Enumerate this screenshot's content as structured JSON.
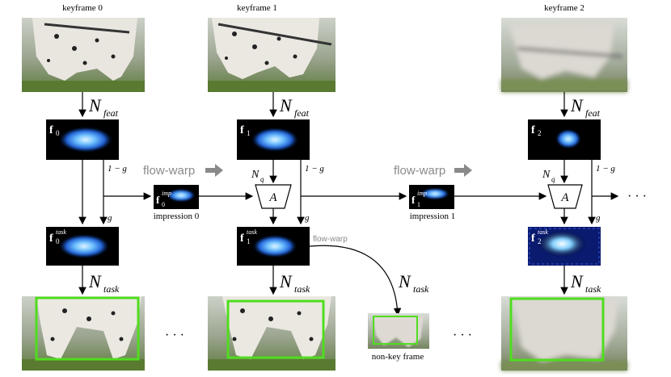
{
  "keyframes": [
    {
      "title": "keyframe 0",
      "feat_sub": "0",
      "task_sub": "0"
    },
    {
      "title": "keyframe 1",
      "feat_sub": "1",
      "task_sub": "1"
    },
    {
      "title": "keyframe 2",
      "feat_sub": "2",
      "task_sub": "2"
    }
  ],
  "labels": {
    "n_feat_main": "N",
    "n_feat_sub": "feat",
    "n_task_main": "N",
    "n_task_sub": "task",
    "n_q_main": "N",
    "n_q_sub": "q",
    "f_letter": "f",
    "task_sup": "task",
    "imp_sup": "imp",
    "one_minus_g": "1 − g",
    "g": "g",
    "aggregator": "A",
    "flow_warp": "flow-warp",
    "flow_warp_small": "flow-warp",
    "impression_0": "impression 0",
    "impression_1": "impression 1",
    "imp0_sub": "0",
    "imp1_sub": "1",
    "non_key_frame": "non-key frame",
    "ellipsis": "· · ·"
  },
  "colors": {
    "box": "#4fdd1e",
    "feature_bg": "#000000",
    "arrow": "#000000",
    "flow_arrow": "#8a8a8a"
  }
}
